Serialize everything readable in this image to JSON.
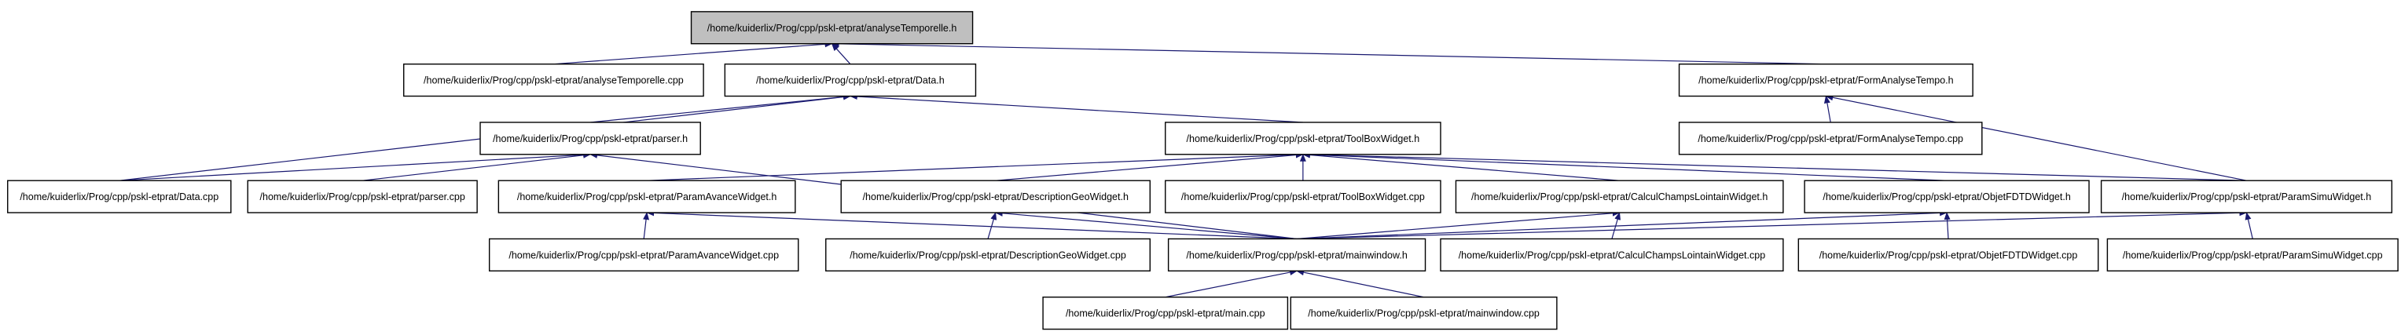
{
  "graph": {
    "nodes": [
      {
        "id": "analyseTemporelle_h",
        "label": "/home/kuiderlix/Prog/cpp/pskl-etprat/analyseTemporelle.h",
        "root": true
      },
      {
        "id": "analyseTemporelle_cpp",
        "label": "/home/kuiderlix/Prog/cpp/pskl-etprat/analyseTemporelle.cpp"
      },
      {
        "id": "Data_h",
        "label": "/home/kuiderlix/Prog/cpp/pskl-etprat/Data.h"
      },
      {
        "id": "FormAnalyseTempo_h",
        "label": "/home/kuiderlix/Prog/cpp/pskl-etprat/FormAnalyseTempo.h"
      },
      {
        "id": "FormAnalyseTempo_cpp",
        "label": "/home/kuiderlix/Prog/cpp/pskl-etprat/FormAnalyseTempo.cpp"
      },
      {
        "id": "parser_h",
        "label": "/home/kuiderlix/Prog/cpp/pskl-etprat/parser.h"
      },
      {
        "id": "ToolBoxWidget_h",
        "label": "/home/kuiderlix/Prog/cpp/pskl-etprat/ToolBoxWidget.h"
      },
      {
        "id": "Data_cpp",
        "label": "/home/kuiderlix/Prog/cpp/pskl-etprat/Data.cpp"
      },
      {
        "id": "parser_cpp",
        "label": "/home/kuiderlix/Prog/cpp/pskl-etprat/parser.cpp"
      },
      {
        "id": "ParamAvanceWidget_h",
        "label": "/home/kuiderlix/Prog/cpp/pskl-etprat/ParamAvanceWidget.h"
      },
      {
        "id": "DescriptionGeoWidget_h",
        "label": "/home/kuiderlix/Prog/cpp/pskl-etprat/DescriptionGeoWidget.h"
      },
      {
        "id": "ToolBoxWidget_cpp",
        "label": "/home/kuiderlix/Prog/cpp/pskl-etprat/ToolBoxWidget.cpp"
      },
      {
        "id": "CalculChampsLointainWidget_h",
        "label": "/home/kuiderlix/Prog/cpp/pskl-etprat/CalculChampsLointainWidget.h"
      },
      {
        "id": "ObjetFDTDWidget_h",
        "label": "/home/kuiderlix/Prog/cpp/pskl-etprat/ObjetFDTDWidget.h"
      },
      {
        "id": "ParamSimuWidget_h",
        "label": "/home/kuiderlix/Prog/cpp/pskl-etprat/ParamSimuWidget.h"
      },
      {
        "id": "ParamAvanceWidget_cpp",
        "label": "/home/kuiderlix/Prog/cpp/pskl-etprat/ParamAvanceWidget.cpp"
      },
      {
        "id": "DescriptionGeoWidget_cpp",
        "label": "/home/kuiderlix/Prog/cpp/pskl-etprat/DescriptionGeoWidget.cpp"
      },
      {
        "id": "mainwindow_h",
        "label": "/home/kuiderlix/Prog/cpp/pskl-etprat/mainwindow.h"
      },
      {
        "id": "CalculChampsLointainWidget_cpp",
        "label": "/home/kuiderlix/Prog/cpp/pskl-etprat/CalculChampsLointainWidget.cpp"
      },
      {
        "id": "ObjetFDTDWidget_cpp",
        "label": "/home/kuiderlix/Prog/cpp/pskl-etprat/ObjetFDTDWidget.cpp"
      },
      {
        "id": "ParamSimuWidget_cpp",
        "label": "/home/kuiderlix/Prog/cpp/pskl-etprat/ParamSimuWidget.cpp"
      },
      {
        "id": "main_cpp",
        "label": "/home/kuiderlix/Prog/cpp/pskl-etprat/main.cpp"
      },
      {
        "id": "mainwindow_cpp",
        "label": "/home/kuiderlix/Prog/cpp/pskl-etprat/mainwindow.cpp"
      }
    ],
    "edges": [
      {
        "from": "analyseTemporelle_cpp",
        "to": "analyseTemporelle_h"
      },
      {
        "from": "Data_h",
        "to": "analyseTemporelle_h"
      },
      {
        "from": "FormAnalyseTempo_h",
        "to": "analyseTemporelle_h"
      },
      {
        "from": "FormAnalyseTempo_cpp",
        "to": "FormAnalyseTempo_h"
      },
      {
        "from": "ParamSimuWidget_h",
        "to": "FormAnalyseTempo_h"
      },
      {
        "from": "parser_h",
        "to": "Data_h"
      },
      {
        "from": "ToolBoxWidget_h",
        "to": "Data_h"
      },
      {
        "from": "Data_cpp",
        "to": "Data_h"
      },
      {
        "from": "Data_cpp",
        "to": "parser_h"
      },
      {
        "from": "parser_cpp",
        "to": "parser_h"
      },
      {
        "from": "mainwindow_h",
        "to": "parser_h"
      },
      {
        "from": "ParamAvanceWidget_h",
        "to": "ToolBoxWidget_h"
      },
      {
        "from": "DescriptionGeoWidget_h",
        "to": "ToolBoxWidget_h"
      },
      {
        "from": "ToolBoxWidget_cpp",
        "to": "ToolBoxWidget_h"
      },
      {
        "from": "CalculChampsLointainWidget_h",
        "to": "ToolBoxWidget_h"
      },
      {
        "from": "ObjetFDTDWidget_h",
        "to": "ToolBoxWidget_h"
      },
      {
        "from": "ParamSimuWidget_h",
        "to": "ToolBoxWidget_h"
      },
      {
        "from": "ParamAvanceWidget_cpp",
        "to": "ParamAvanceWidget_h"
      },
      {
        "from": "mainwindow_h",
        "to": "ParamAvanceWidget_h"
      },
      {
        "from": "DescriptionGeoWidget_cpp",
        "to": "DescriptionGeoWidget_h"
      },
      {
        "from": "mainwindow_h",
        "to": "DescriptionGeoWidget_h"
      },
      {
        "from": "CalculChampsLointainWidget_cpp",
        "to": "CalculChampsLointainWidget_h"
      },
      {
        "from": "mainwindow_h",
        "to": "CalculChampsLointainWidget_h"
      },
      {
        "from": "ObjetFDTDWidget_cpp",
        "to": "ObjetFDTDWidget_h"
      },
      {
        "from": "mainwindow_h",
        "to": "ObjetFDTDWidget_h"
      },
      {
        "from": "ParamSimuWidget_cpp",
        "to": "ParamSimuWidget_h"
      },
      {
        "from": "mainwindow_h",
        "to": "ParamSimuWidget_h"
      },
      {
        "from": "main_cpp",
        "to": "mainwindow_h"
      },
      {
        "from": "mainwindow_cpp",
        "to": "mainwindow_h"
      }
    ],
    "colors": {
      "edge": "#191970",
      "root_fill": "#bfbfbf",
      "node_fill": "#ffffff",
      "node_border": "#000000"
    }
  }
}
